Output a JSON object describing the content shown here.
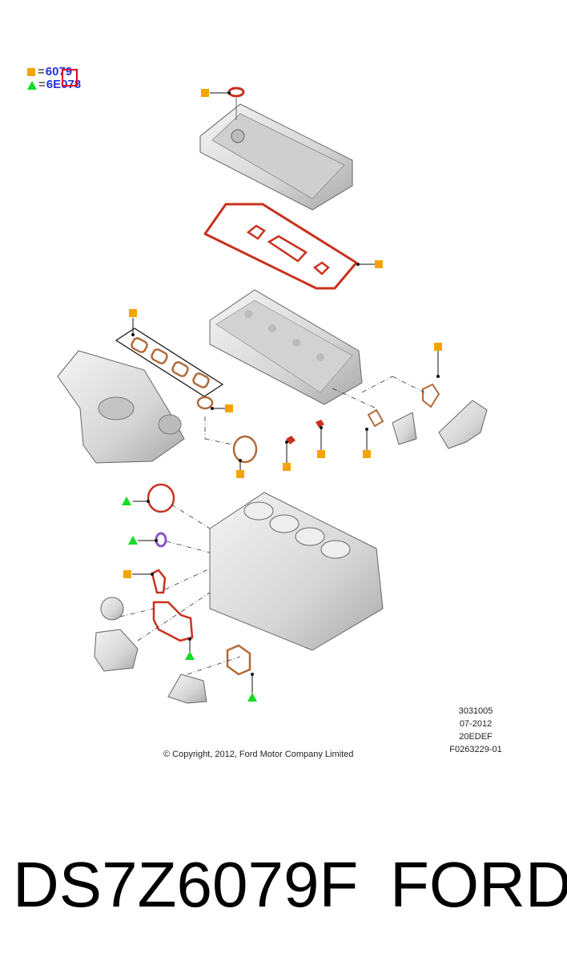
{
  "legend": {
    "square_code": "6079",
    "triangle_code": "6E078",
    "square_color": "#f5a300",
    "triangle_color": "#11dd22",
    "code_color": "#2233dd",
    "highlight_color": "#e0002a"
  },
  "meta": {
    "line1": "3031005",
    "line2": "07-2012",
    "line3": "20EDEF",
    "line4": "F0263229-01"
  },
  "copyright": "© Copyright, 2012, Ford Motor Company Limited",
  "banner": {
    "part_number": "DS7Z6079F",
    "brand": "FORD"
  },
  "colors": {
    "gasket_red": "#c8321e",
    "gasket_brown": "#b06a3a",
    "seal_purple": "#8a55c8",
    "metal": "#d9d9d9"
  }
}
